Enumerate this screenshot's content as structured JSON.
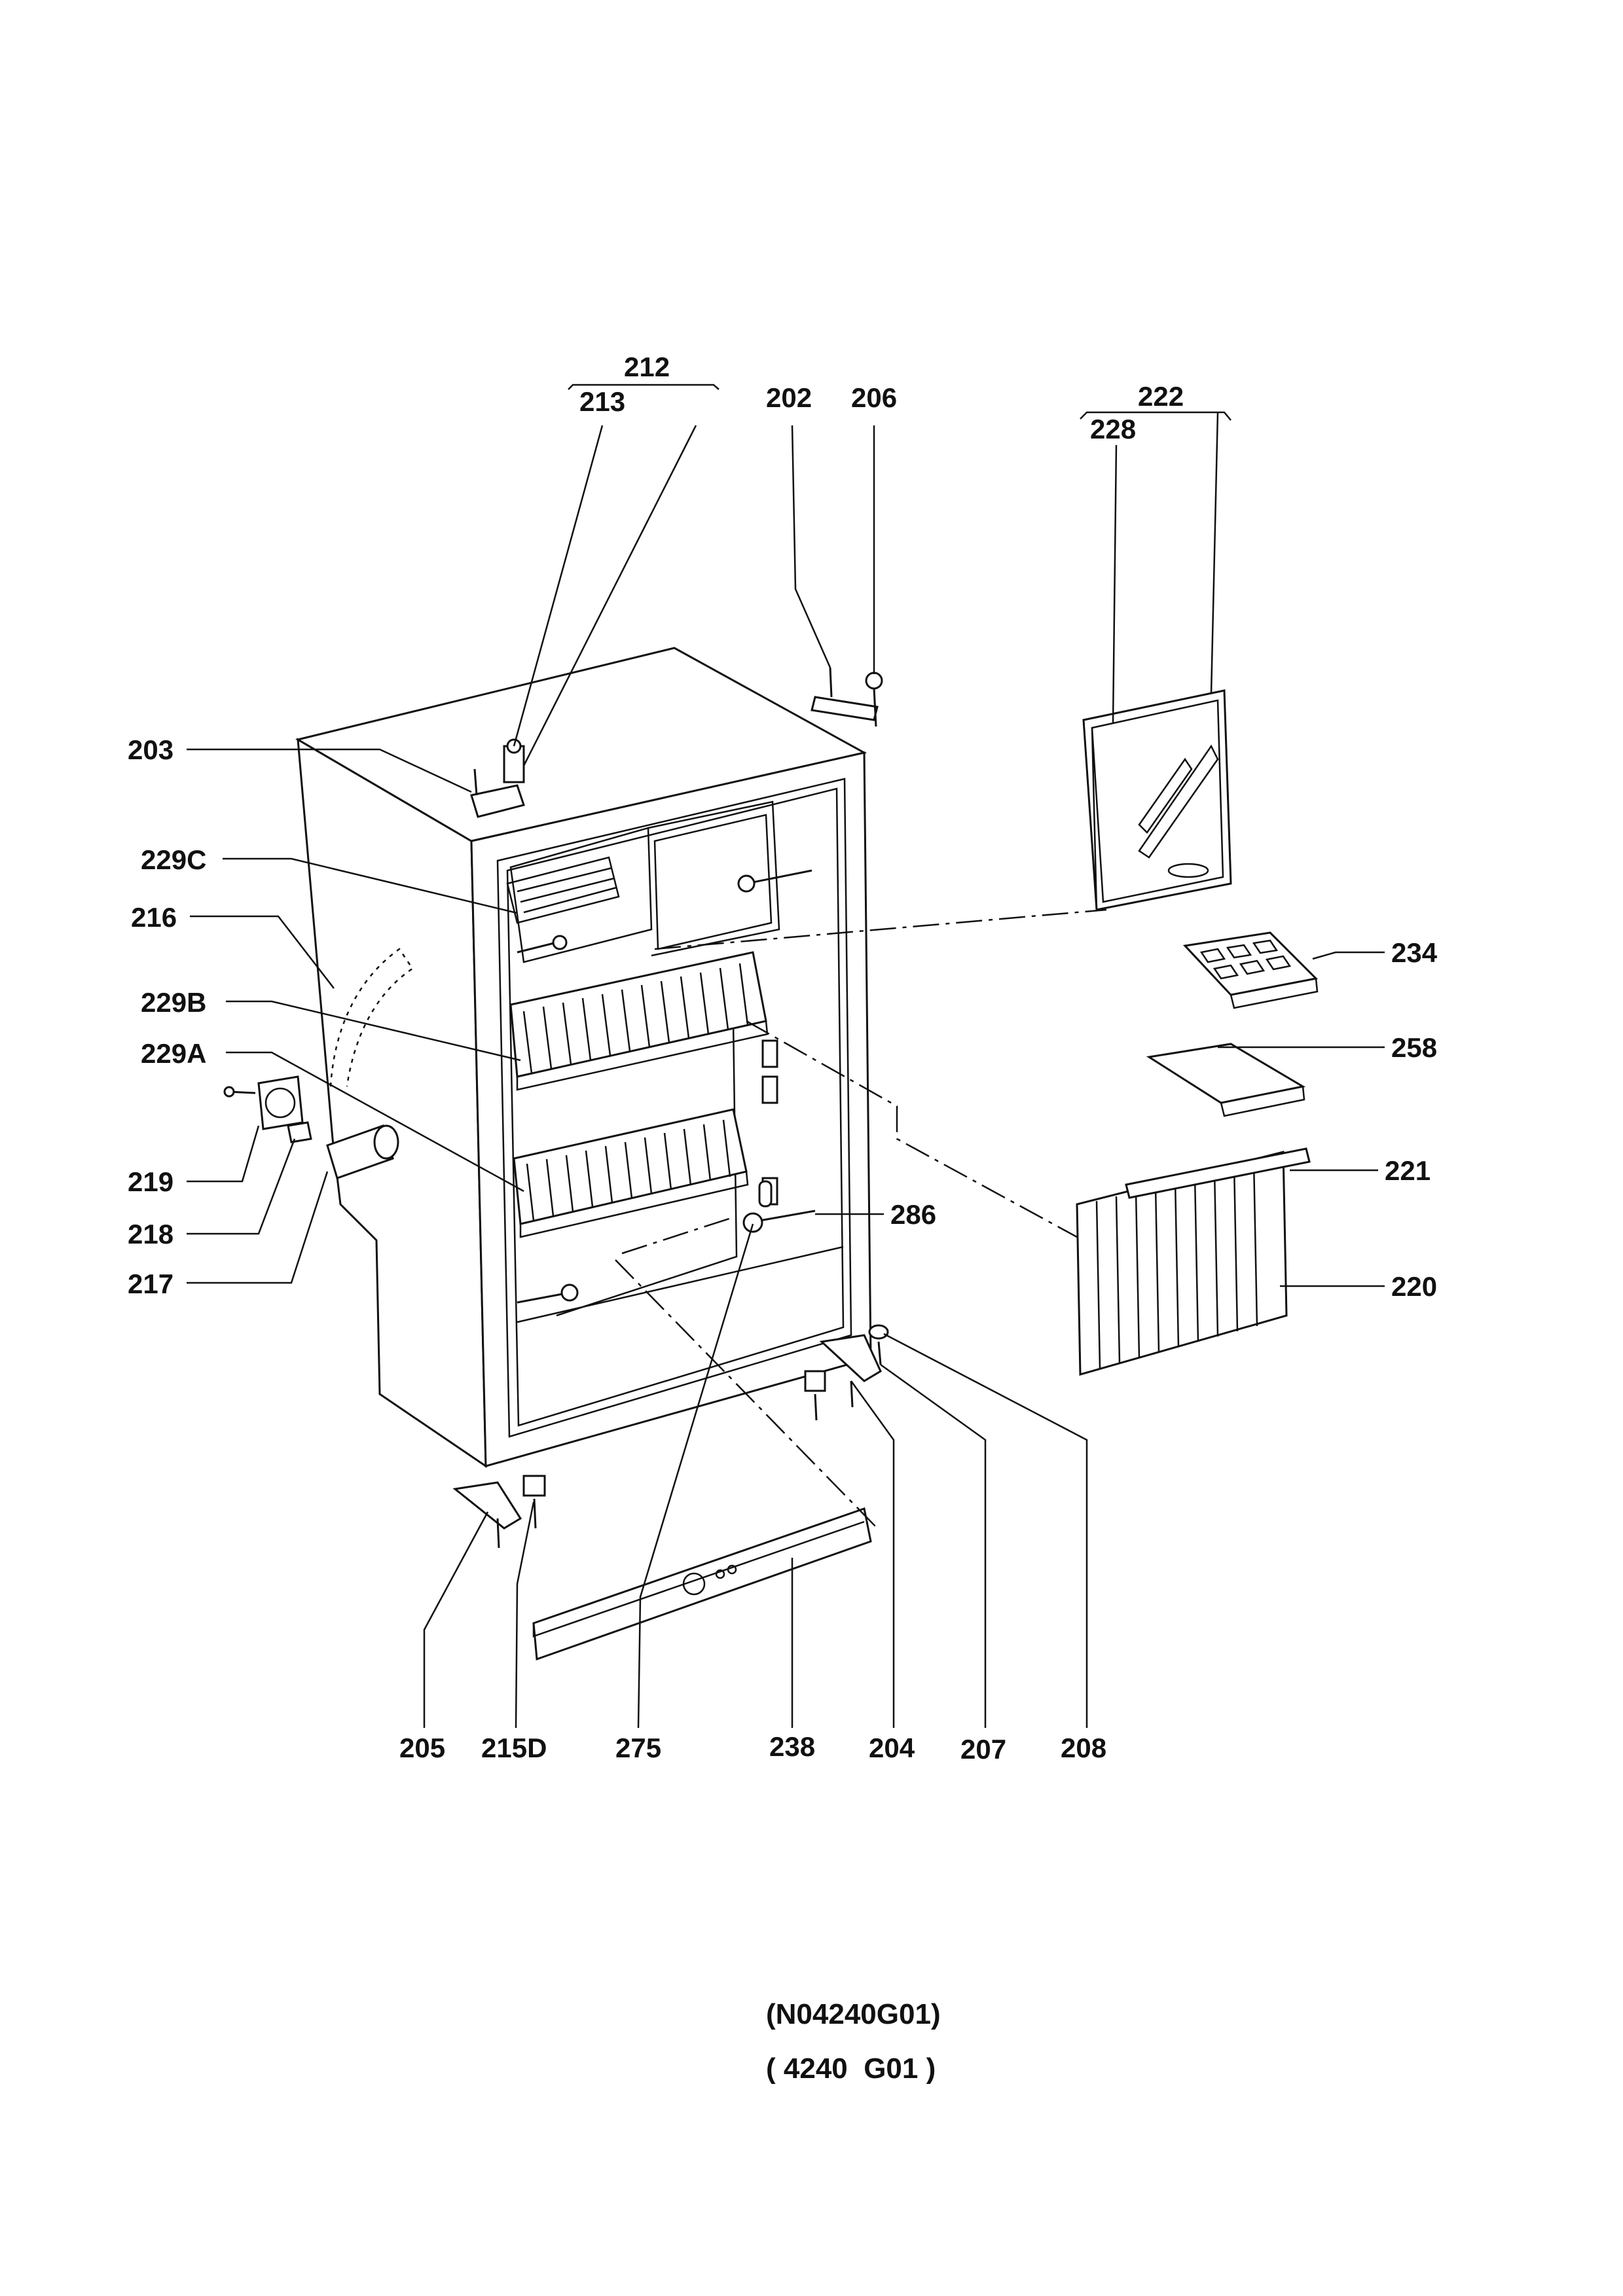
{
  "diagram": {
    "callouts": [
      {
        "id": "212",
        "text": "212"
      },
      {
        "id": "213",
        "text": "213"
      },
      {
        "id": "202",
        "text": "202"
      },
      {
        "id": "206",
        "text": "206"
      },
      {
        "id": "222",
        "text": "222"
      },
      {
        "id": "228",
        "text": "228"
      },
      {
        "id": "203",
        "text": "203"
      },
      {
        "id": "229C",
        "text": "229C"
      },
      {
        "id": "216",
        "text": "216"
      },
      {
        "id": "229B",
        "text": "229B"
      },
      {
        "id": "229A",
        "text": "229A"
      },
      {
        "id": "219",
        "text": "219"
      },
      {
        "id": "218",
        "text": "218"
      },
      {
        "id": "217",
        "text": "217"
      },
      {
        "id": "234",
        "text": "234"
      },
      {
        "id": "258",
        "text": "258"
      },
      {
        "id": "221",
        "text": "221"
      },
      {
        "id": "220",
        "text": "220"
      },
      {
        "id": "286",
        "text": "286"
      },
      {
        "id": "205",
        "text": "205"
      },
      {
        "id": "215D",
        "text": "215D"
      },
      {
        "id": "275",
        "text": "275"
      },
      {
        "id": "238",
        "text": "238"
      },
      {
        "id": "204",
        "text": "204"
      },
      {
        "id": "207",
        "text": "207"
      },
      {
        "id": "208",
        "text": "208"
      }
    ],
    "codes": [
      "(N04240G01)",
      "( 4240  G01 )"
    ]
  }
}
